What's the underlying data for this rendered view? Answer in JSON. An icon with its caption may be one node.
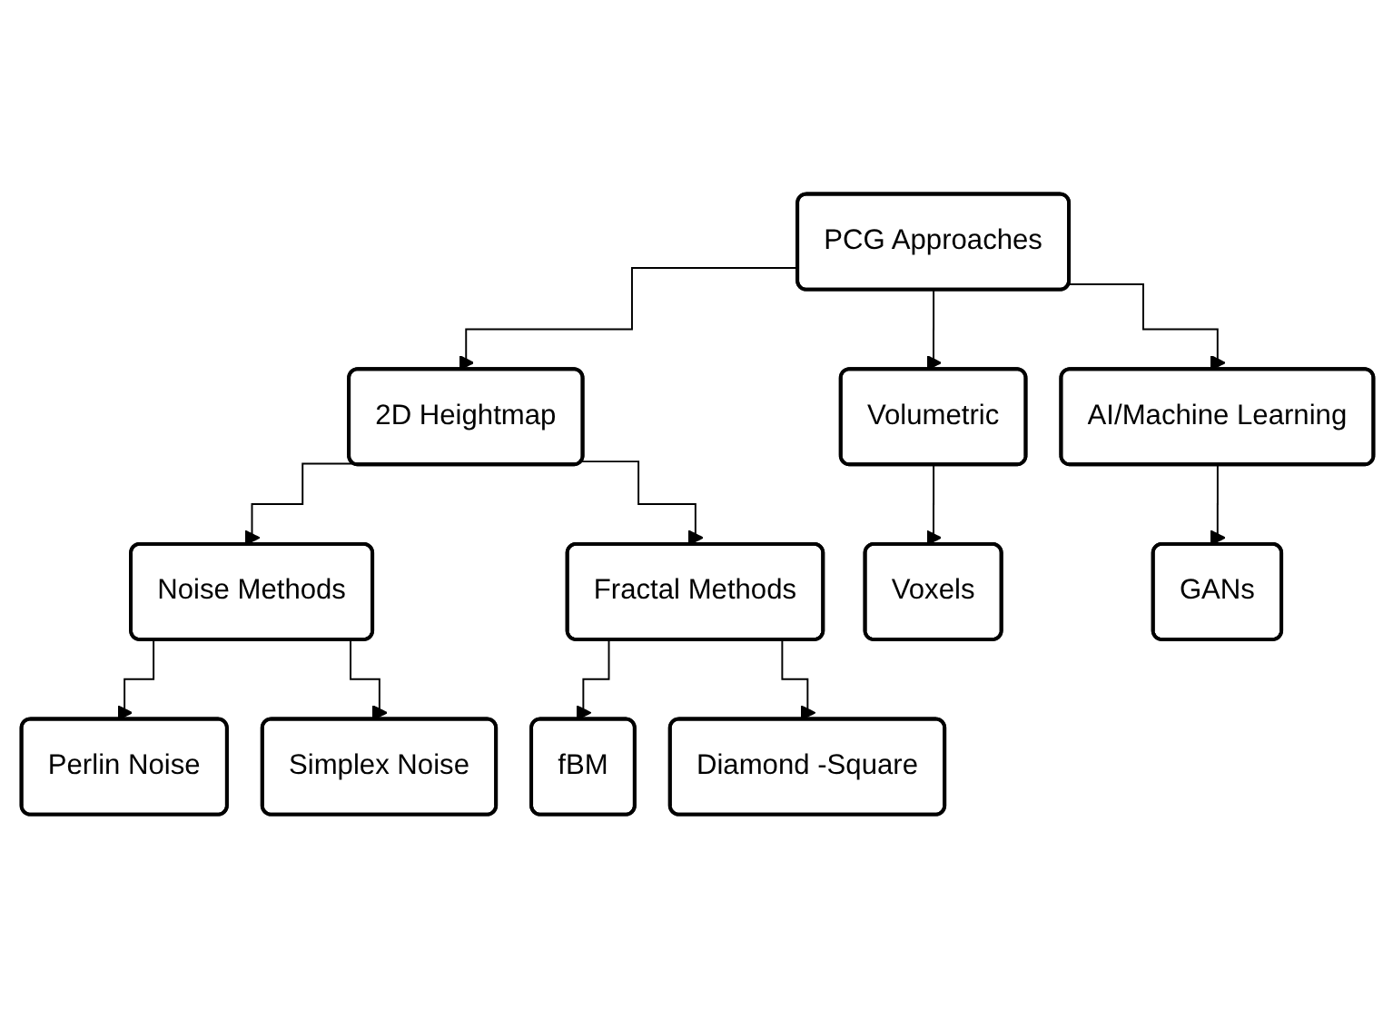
{
  "diagram": {
    "nodes": [
      {
        "text": [
          "PCG Approaches"
        ]
      },
      {
        "text": [
          "2D Heightmap"
        ]
      },
      {
        "text": [
          "Volumetric"
        ]
      },
      {
        "text": [
          "AI/Machine Learning"
        ]
      },
      {
        "text": [
          "Noise Methods"
        ]
      },
      {
        "text": [
          "Fractal Methods"
        ]
      },
      {
        "text": [
          "Voxels"
        ]
      },
      {
        "text": [
          "GANs"
        ]
      },
      {
        "text": [
          "Perlin Noise"
        ]
      },
      {
        "text": [
          "Simplex Noise"
        ]
      },
      {
        "text": [
          "fBM"
        ]
      },
      {
        "text": [
          "Diamond -Square"
        ]
      }
    ],
    "edges": [
      {
        "from": 0,
        "to": 1,
        "arrow": "to"
      },
      {
        "from": 0,
        "to": 2,
        "arrow": "to"
      },
      {
        "from": 0,
        "to": 3,
        "arrow": "to"
      },
      {
        "from": 1,
        "to": 4,
        "arrow": "to"
      },
      {
        "from": 1,
        "to": 5,
        "arrow": "to"
      },
      {
        "from": 2,
        "to": 6,
        "arrow": "to"
      },
      {
        "from": 3,
        "to": 7,
        "arrow": "to"
      },
      {
        "from": 4,
        "to": 8,
        "arrow": "to"
      },
      {
        "from": 4,
        "to": 9,
        "arrow": "to"
      },
      {
        "from": 5,
        "to": 10,
        "arrow": "to"
      },
      {
        "from": 5,
        "to": 11,
        "arrow": "to"
      }
    ]
  }
}
